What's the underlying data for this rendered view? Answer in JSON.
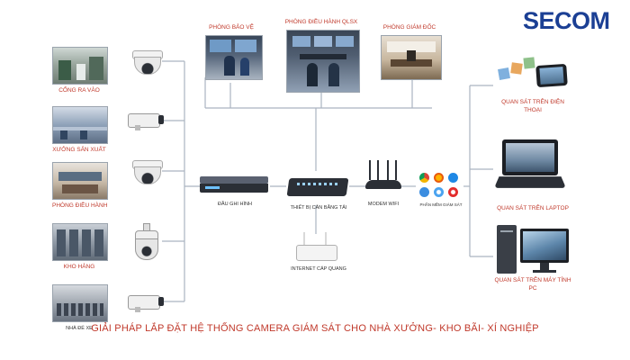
{
  "brand": {
    "logo_text": "SECOM",
    "color": "#1b3f94"
  },
  "caption": "GIẢI PHÁP LẮP ĐẶT HỆ THỐNG CAMERA GIÁM SÁT CHO NHÀ XƯỞNG- KHO BÃI- XÍ NGHIỆP",
  "locations": [
    {
      "label": "CỔNG RA VÀO",
      "camera": "dome-camera"
    },
    {
      "label": "XƯỞNG SẢN XUẤT",
      "camera": "bullet-camera"
    },
    {
      "label": "PHÒNG ĐIỀU HÀNH",
      "camera": "dome-camera"
    },
    {
      "label": "KHO HÀNG",
      "camera": "ptz-camera"
    },
    {
      "label": "NHÀ ĐỂ XE",
      "camera": "bullet-camera"
    }
  ],
  "rooms": [
    {
      "label": "PHÒNG BẢO VỆ"
    },
    {
      "label": "PHÒNG ĐIỀU HÀNH QLSX"
    },
    {
      "label": "PHÒNG GIÁM ĐỐC"
    }
  ],
  "network": {
    "nvr_label": "ĐẦU GHI HÌNH",
    "balancer_label": "THIẾT BỊ CÂN BẰNG TẢI",
    "wifi_label": "MODEM WIFI",
    "fiber_label": "INTERNET CÁP QUANG",
    "software_label": "PHẦN MỀM GIÁM SÁT"
  },
  "viewers": [
    {
      "label_line1": "QUAN SÁT TRÊN ĐIỆN",
      "label_line2": "THOẠI"
    },
    {
      "label_line1": "QUAN SÁT TRÊN LAPTOP",
      "label_line2": ""
    },
    {
      "label_line1": "QUAN SÁT TRÊN MÁY TÍNH",
      "label_line2": "PC"
    }
  ],
  "colors": {
    "label_red": "#c0392b",
    "wire": "#aab4c0",
    "device_dark": "#2b2f36"
  }
}
